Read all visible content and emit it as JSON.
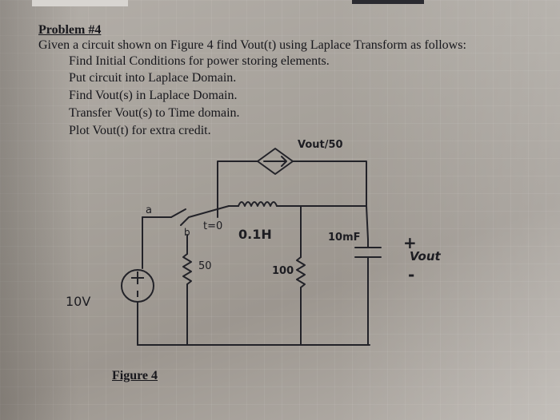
{
  "problem": {
    "title": "Problem #4",
    "statement": "Given a circuit shown on Figure 4 find Vout(t) using Laplace Transform as follows:",
    "steps": [
      "Find Initial Conditions for power storing elements.",
      "Put circuit into Laplace Domain.",
      "Find Vout(s) in Laplace Domain.",
      "Transfer Vout(s) to Time domain.",
      "Plot Vout(t) for extra credit."
    ]
  },
  "circuit": {
    "dependent_source_label": "Vout/50",
    "switch_node_a": "a",
    "switch_node_b": "b",
    "switch_time": "t=0",
    "inductor_label": "0.1H",
    "capacitor_label": "10mF",
    "source_label": "10V",
    "resistor_1_label": "50",
    "resistor_2_label": "100",
    "vout_label": "Vout",
    "plus_sign": "+",
    "minus_sign": "-"
  },
  "figure_caption": "Figure 4"
}
